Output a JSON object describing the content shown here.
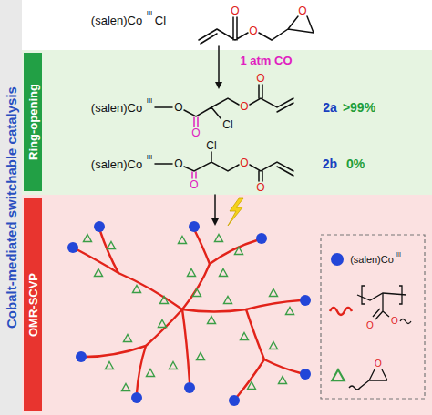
{
  "diagram": {
    "title": "Cobalt-mediated switchable catalysis",
    "nodes": [
      {
        "text": [
          "Ring-opening"
        ]
      },
      {
        "text": [
          "OMR-SCVP"
        ]
      }
    ],
    "labels": [
      "(salen)Co",
      "III",
      "Cl",
      "O",
      "O",
      "O",
      "1 atm CO",
      "(salen)Co",
      "III",
      "O",
      "O",
      "Cl",
      "O",
      "O",
      "2a",
      ">99%",
      "(salen)Co",
      "III",
      "O",
      "O",
      "Cl",
      "O",
      "O",
      "2b",
      "0%",
      "III",
      "O",
      "O",
      "O"
    ],
    "legend": [
      {
        "text": "(salen)Co",
        "color": "#2346d8"
      }
    ]
  }
}
